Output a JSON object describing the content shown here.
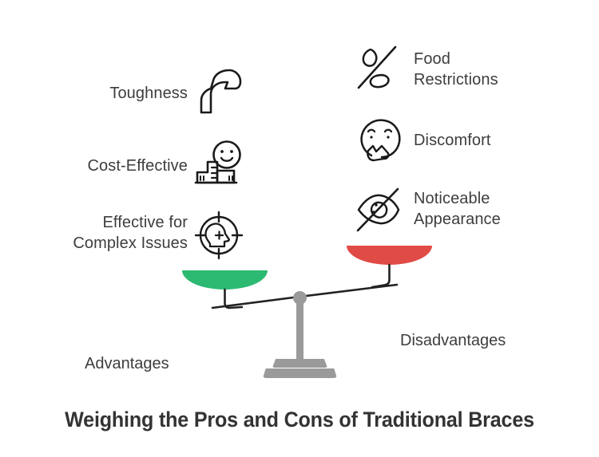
{
  "title": "Weighing the Pros and Cons of Traditional Braces",
  "colors": {
    "background": "#ffffff",
    "text": "#3d3d3d",
    "title_text": "#333333",
    "advantages_pan": "#2cb972",
    "disadvantages_pan": "#e04b45",
    "scale_metal": "#9a9a9a",
    "icon_stroke": "#1a1a1a",
    "beam": "#222222"
  },
  "advantages": {
    "caption": "Advantages",
    "items": [
      {
        "label": "Toughness",
        "icon": "flexed-bicep-icon"
      },
      {
        "label": "Cost-Effective",
        "icon": "smiling-face-with-money-icon"
      },
      {
        "label": "Effective for\nComplex Issues",
        "icon": "target-head-icon"
      }
    ]
  },
  "disadvantages": {
    "caption": "Disadvantages",
    "items": [
      {
        "label": "Food\nRestrictions",
        "icon": "no-food-icon"
      },
      {
        "label": "Discomfort",
        "icon": "grimacing-face-icon"
      },
      {
        "label": "Noticeable\nAppearance",
        "icon": "crossed-out-eye-icon"
      }
    ]
  },
  "scale": {
    "name": "balance-scale",
    "tilt": "disadvantages-side-raised"
  }
}
